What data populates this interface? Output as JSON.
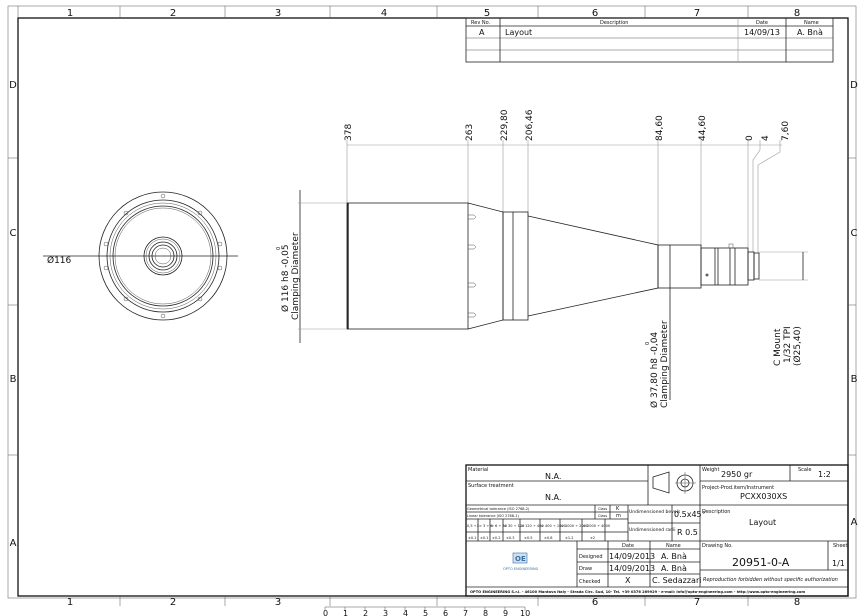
{
  "frame": {
    "columns": [
      "1",
      "2",
      "3",
      "4",
      "5",
      "6",
      "7",
      "8"
    ],
    "rows": [
      "D",
      "C",
      "B",
      "A"
    ],
    "ruler": [
      "0",
      "1",
      "2",
      "3",
      "4",
      "5",
      "6",
      "7",
      "8",
      "9",
      "10"
    ]
  },
  "revision_table": {
    "headers": {
      "rev": "Rev No.",
      "description": "Description",
      "date": "Date",
      "name": "Name"
    },
    "rows": [
      {
        "rev": "A",
        "description": "Layout",
        "date": "14/09/13",
        "name": "A. Bnà"
      }
    ]
  },
  "dimensions": {
    "front_diameter": "Ø116",
    "axial": [
      "378",
      "263",
      "229,80",
      "206,46",
      "84,60",
      "44,60",
      "0",
      "4",
      "7,60"
    ],
    "clamp_big": {
      "value": "Ø 116 h8 -0,05",
      "upper": "0",
      "label": "Clamping Diameter"
    },
    "clamp_small": {
      "value": "Ø 37,80 h8 -0,04",
      "upper": "0",
      "label": "Clamping Diameter"
    },
    "c_mount": [
      "C Mount",
      "1/32 TPI",
      "(Ø25,40)"
    ]
  },
  "title_block": {
    "material_label": "Material",
    "material": "N.A.",
    "surface_label": "Surface treatment",
    "surface": "N.A.",
    "geom_tol": "Geometrical tolerance (ISO 2768-2)",
    "lin_tol": "Linear tolerance (ISO 2768-1)",
    "class_label": "Class",
    "geom_class": "K",
    "lin_class": "m",
    "ranges": [
      "0,5 ÷3",
      "> 3 ÷ 6",
      "> 6 ÷ 30",
      "> 30 ÷ 120",
      "> 120 ÷ 400",
      "> 400 ÷ 1000",
      "> 1000 ÷ 2000",
      "> 2000 ÷ 4000"
    ],
    "tolerances": [
      "±0.1",
      "±0.1",
      "±0.2",
      "±0.3",
      "±0.5",
      "±0.8",
      "±1.2",
      "±2"
    ],
    "bevels_label": "Undimensioned bevels",
    "bevels": "0.5x45°",
    "radii_label": "Undimensioned radii",
    "radii": "R 0.5",
    "date_header": "Date",
    "name_header": "Name",
    "designed_label": "Designed",
    "designed_date": "14/09/2013",
    "designed_name": "A. Bnà",
    "draw_label": "Draw",
    "draw_date": "14/09/2013",
    "draw_name": "A. Bnà",
    "checked_label": "Checked",
    "checked_date": "X",
    "checked_name": "C. Sedazzari",
    "logo_text": "OPTO ENGINEERING",
    "weight_label": "Weight",
    "weight": "2950 gr",
    "scale_label": "Scale",
    "scale": "1:2",
    "project_label": "Project-Prod.item/Instrument",
    "project": "PCXX030XS",
    "description_label": "Description",
    "description": "Layout",
    "drawing_no_label": "Drawing No.",
    "drawing_no": "20951-0-A",
    "sheet_label": "Sheet",
    "sheet": "1/1",
    "reproduction": "Reproduction forbidden without specific authorization",
    "footer": "OPTO ENGINEERING S.r.l. - 46100 Mantova Italy - Strada Circ. Sud, 10- Tel. +39 0376 269929 - e-mail: info@opto-engineering.com - http://www.opto-engineering.com"
  }
}
